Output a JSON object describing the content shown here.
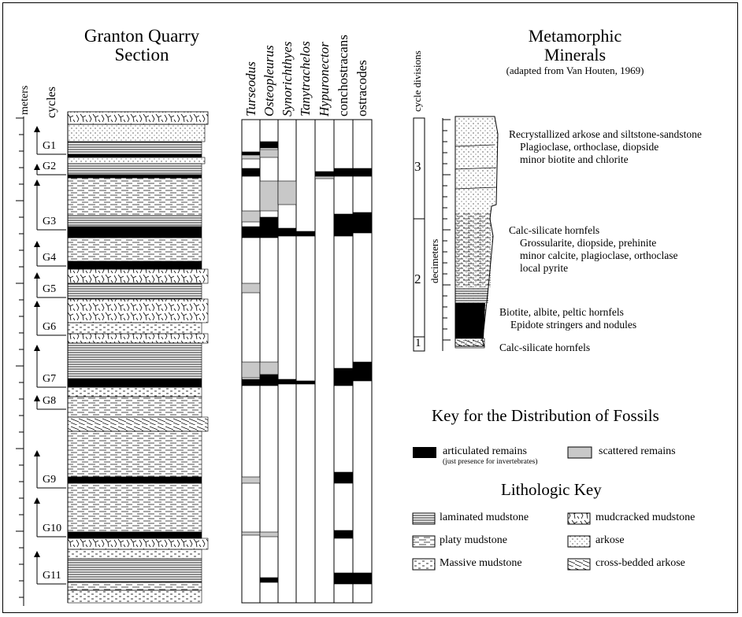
{
  "section": {
    "title_line1": "Granton Quarry",
    "title_line2": "Section",
    "axis_meters": "meters",
    "axis_cycles": "cycles",
    "cycles": [
      "G1",
      "G2",
      "G3",
      "G4",
      "G5",
      "G6",
      "G7",
      "G8",
      "G9",
      "G10",
      "G11"
    ]
  },
  "fossils": {
    "taxa": [
      "Turseodus",
      "Osteopleurus",
      "Synorichthyes",
      "Tanytrachelos",
      "Hypuronector",
      "conchostracans",
      "ostracodes"
    ]
  },
  "metamorphic": {
    "title_line1": "Metamorphic",
    "title_line2": "Minerals",
    "subtitle": "(adapted from Van Houten, 1969)",
    "axis_cycle_divisions": "cycle divisions",
    "axis_decimeters": "decimeters",
    "divisions": [
      "3",
      "2",
      "1"
    ],
    "zones": [
      {
        "line1": "Recrystallized arkose and siltstone-sandstone",
        "details": [
          "Plagioclase, orthoclase, diopside",
          "minor biotite and chlorite"
        ]
      },
      {
        "line1": "Calc-silicate hornfels",
        "details": [
          "Grossularite, diopside, prehinite",
          "minor calcite, plagioclase, orthoclase",
          "local pyrite"
        ]
      },
      {
        "line1": "Biotite, albite, peltic hornfels",
        "details": [
          "Epidote stringers and nodules"
        ]
      },
      {
        "line1": "Calc-silicate hornfels",
        "details": []
      }
    ]
  },
  "fossil_key": {
    "title": "Key for the Distribution of Fossils",
    "articulated": "articulated remains",
    "articulated_note": "(just presence for invertebrates)",
    "scattered": "scattered remains"
  },
  "lithologic_key": {
    "title": "Lithologic Key",
    "items": [
      "laminated mudstone",
      "mudcracked mudstone",
      "platy mudstone",
      "arkose",
      "Massive mudstone",
      "cross-bedded arkose"
    ]
  },
  "colors": {
    "ink": "#000000",
    "scattered": "#c8c8c8",
    "paper": "#ffffff"
  }
}
